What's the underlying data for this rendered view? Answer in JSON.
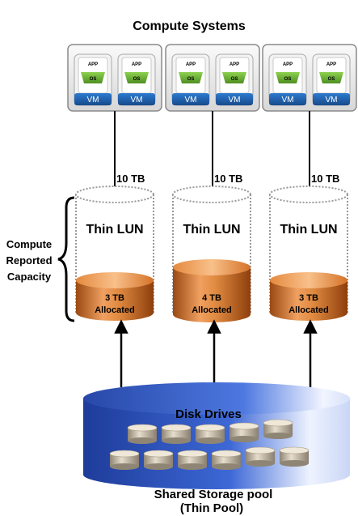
{
  "title": "Compute Systems",
  "vm_labels": {
    "app": "APP",
    "os": "OS",
    "vm": "VM"
  },
  "luns": [
    {
      "capacity": "10 TB",
      "name": "Thin LUN",
      "allocated_value": "3 TB",
      "allocated_label": "Allocated"
    },
    {
      "capacity": "10 TB",
      "name": "Thin LUN",
      "allocated_value": "4 TB",
      "allocated_label": "Allocated"
    },
    {
      "capacity": "10 TB",
      "name": "Thin LUN",
      "allocated_value": "3 TB",
      "allocated_label": "Allocated"
    }
  ],
  "bracket_label": [
    "Compute",
    "Reported",
    "Capacity"
  ],
  "disk_drives_label": "Disk Drives",
  "pool_label": [
    "Shared Storage pool",
    "(Thin Pool)"
  ],
  "colors": {
    "vm_blue": "#1f5fa8",
    "os_green": "#62a82e",
    "app_red": "#c0392b",
    "allocated_orange": "#d9772a",
    "pool_blue": "#2a4fb0",
    "drive_beige": "#c9bfae"
  }
}
